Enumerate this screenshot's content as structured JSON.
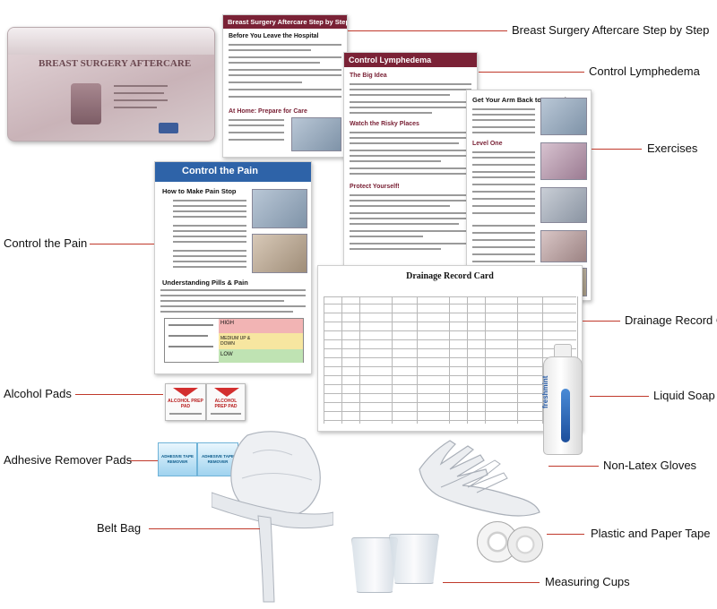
{
  "labels": {
    "aftercare_step": "Breast Surgery Aftercare Step by Step",
    "control_lymphedema": "Control Lymphedema",
    "exercises": "Exercises",
    "control_pain": "Control the Pain",
    "drainage_card": "Drainage Record Card",
    "alcohol_pads": "Alcohol Pads",
    "liquid_soap": "Liquid Soap",
    "adhesive_remover": "Adhesive Remover Pads",
    "gloves": "Non-Latex Gloves",
    "belt_bag": "Belt Bag",
    "tape": "Plastic and Paper Tape",
    "cups": "Measuring Cups"
  },
  "kit_bag": {
    "title": "BREAST SURGERY AFTERCARE"
  },
  "doc_aftercare": {
    "title": "Breast Surgery Aftercare Step by Step",
    "section1": "Before You Leave the Hospital",
    "section2": "At Home: Prepare for Care"
  },
  "doc_lymphedema": {
    "title": "Control Lymphedema",
    "section1": "The Big Idea",
    "section2": "Watch the Risky Places",
    "section3": "Protect Yourself!"
  },
  "doc_exercises": {
    "title": "Get Your Arm Back to Normal",
    "section1": "Level One"
  },
  "doc_pain": {
    "title": "Control the Pain",
    "section1": "How to Make Pain Stop",
    "section2": "Understanding Pills & Pain",
    "scale_high": "HIGH",
    "scale_medium": "MEDIUM UP & DOWN",
    "scale_low": "LOW"
  },
  "doc_drainage": {
    "title": "Drainage Record Card"
  },
  "alcohol_pad": {
    "text": "ALCOHOL PREP PAD"
  },
  "adhesive_pad": {
    "text": "ADHESIVE TAPE REMOVER"
  },
  "soap": {
    "brand": "freshmint"
  },
  "colors": {
    "accent_line": "#c0392b",
    "pain_header": "#2e63a8",
    "lymph_header": "#7a2236",
    "aftercare_header": "#7a2236"
  }
}
